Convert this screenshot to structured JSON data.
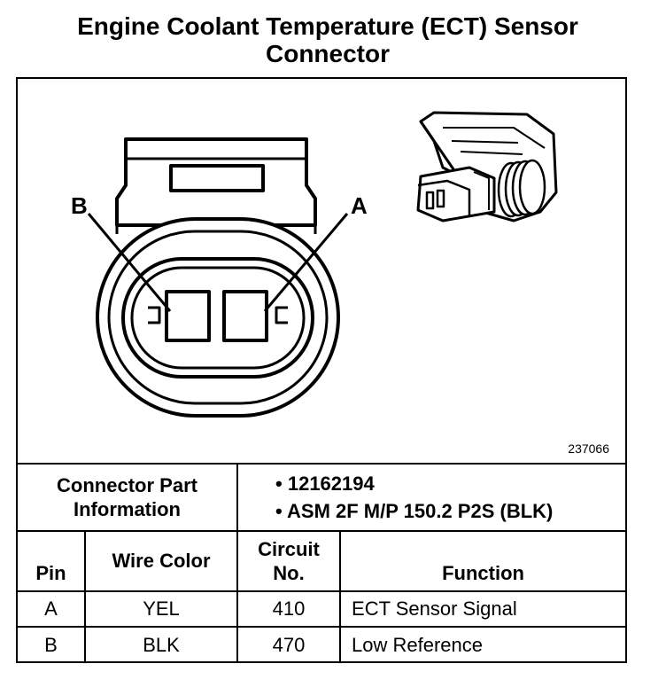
{
  "title": {
    "line1": "Engine Coolant Temperature (ECT) Sensor",
    "line2": "Connector"
  },
  "diagram": {
    "pin_label_a": "A",
    "pin_label_b": "B",
    "figure_number": "237066"
  },
  "connector_info": {
    "label_line1": "Connector Part",
    "label_line2": "Information",
    "parts": [
      "12162194",
      "ASM 2F M/P 150.2 P2S (BLK)"
    ]
  },
  "table": {
    "headers": {
      "pin": "Pin",
      "wire_color": "Wire Color",
      "circuit_line1": "Circuit",
      "circuit_line2": "No.",
      "function": "Function"
    },
    "rows": [
      {
        "pin": "A",
        "wire_color": "YEL",
        "circuit": "410",
        "function": "ECT Sensor Signal"
      },
      {
        "pin": "B",
        "wire_color": "BLK",
        "circuit": "470",
        "function": "Low Reference"
      }
    ]
  }
}
